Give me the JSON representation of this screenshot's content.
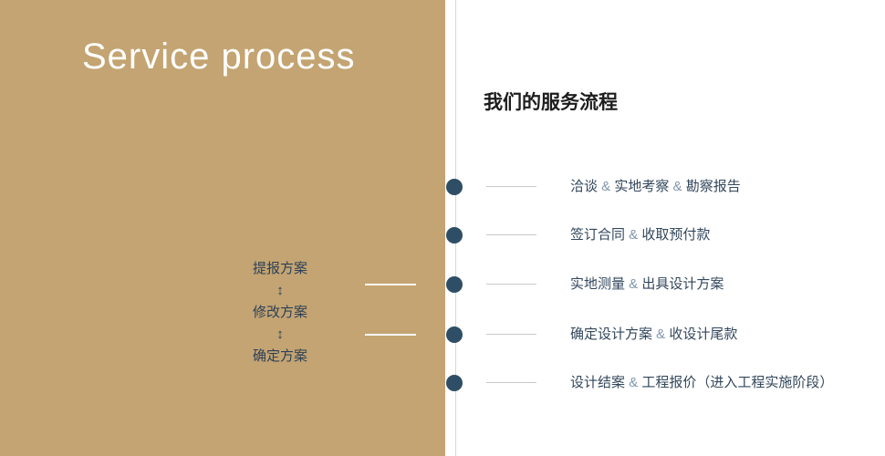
{
  "colors": {
    "gold_panel": "#c3a472",
    "dot": "#2e4e66",
    "text_dark": "#33475c",
    "ampersand": "#8096ad",
    "connector_gray": "#c9c9c9",
    "title_white": "#ffffff"
  },
  "left_panel": {
    "title": "Service process",
    "flow": {
      "steps": [
        "提报方案",
        "修改方案",
        "确定方案"
      ],
      "arrow": "↕"
    }
  },
  "right_panel": {
    "heading": "我们的服务流程",
    "steps": [
      "洽谈 & 实地考察 & 勘察报告",
      "签订合同 & 收取预付款",
      "实地测量 & 出具设计方案",
      "确定设计方案 & 收设计尾款",
      "设计结案 & 工程报价（进入工程实施阶段）"
    ]
  }
}
